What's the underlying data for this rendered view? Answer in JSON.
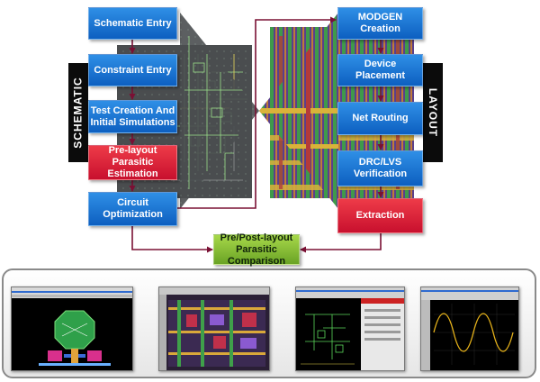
{
  "schematic_label": "SCHEMATIC",
  "layout_label": "LAYOUT",
  "schematic_steps": [
    {
      "label": "Schematic Entry"
    },
    {
      "label": "Constraint Entry"
    },
    {
      "label": "Test Creation And\nInitial Simulations"
    },
    {
      "label": "Pre-layout  Parasitic\nEstimation"
    },
    {
      "label": "Circuit Optimization"
    }
  ],
  "layout_steps": [
    {
      "label": "MODGEN Creation"
    },
    {
      "label": "Device Placement"
    },
    {
      "label": "Net Routing"
    },
    {
      "label": "DRC/LVS\nVerification"
    },
    {
      "label": "Extraction"
    }
  ],
  "comparison_label": "Pre/Post-layout\nParasitic Comparison",
  "colors": {
    "step_blue": "#1a73d9",
    "step_red": "#d7192e",
    "step_green": "#8cc63f",
    "arrow": "#7a1034"
  },
  "thumbnails": [
    {
      "name": "layout-view-screenshot"
    },
    {
      "name": "layout-routing-screenshot"
    },
    {
      "name": "schematic-editor-screenshot"
    },
    {
      "name": "waveform-viewer-screenshot"
    }
  ]
}
